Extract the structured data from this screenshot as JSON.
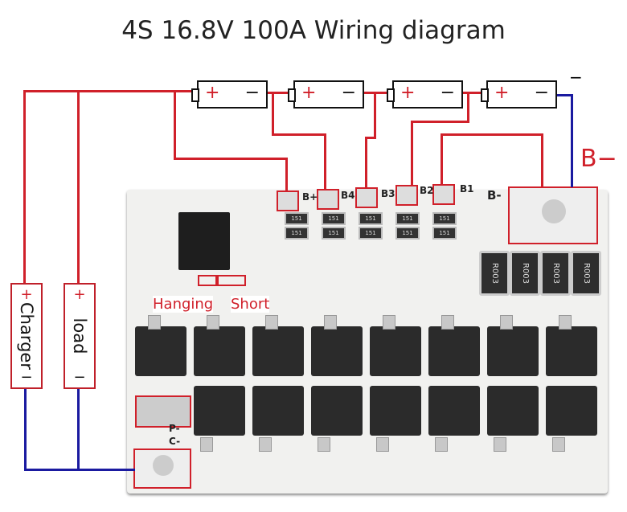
{
  "title": "4S 16.8V 100A Wiring diagram",
  "batteries": [
    {
      "plus": "+",
      "minus": "−"
    },
    {
      "plus": "+",
      "minus": "−"
    },
    {
      "plus": "+",
      "minus": "−"
    },
    {
      "plus": "+",
      "minus": "−"
    }
  ],
  "pack_minus": "−",
  "b_minus_label": "B−",
  "charger": {
    "plus": "+",
    "label": "Charger",
    "minus": "−"
  },
  "load": {
    "plus": "+",
    "label": "load",
    "minus": "−"
  },
  "board": {
    "pads": [
      "B+",
      "B4",
      "B3",
      "B2",
      "B1",
      "B-"
    ],
    "p_minus": "P-",
    "c_minus": "C-",
    "shunt_marking": "R003",
    "smd_marking": "151"
  },
  "annotations": {
    "hanging": "Hanging",
    "short": "Short"
  },
  "colors": {
    "positive_wire": "#d0202a",
    "negative_wire": "#1a1aa0"
  }
}
